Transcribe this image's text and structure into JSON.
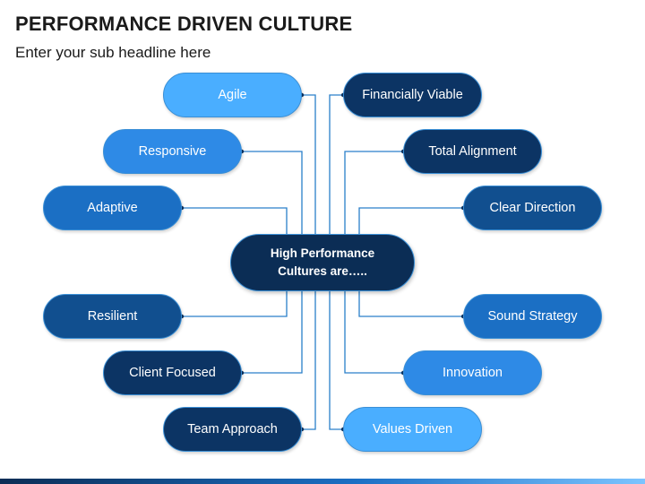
{
  "header": {
    "title": "PERFORMANCE DRIVEN CULTURE",
    "subtitle": "Enter your sub headline here"
  },
  "diagram": {
    "center_text": "High Performance Cultures are…..",
    "left_items": [
      "Agile",
      "Responsive",
      "Adaptive",
      "Resilient",
      "Client Focused",
      "Team Approach"
    ],
    "right_items": [
      "Financially Viable",
      "Total Alignment",
      "Clear Direction",
      "Sound Strategy",
      "Innovation",
      "Values Driven"
    ]
  },
  "colors": {
    "light": "#4aaeff",
    "mid": "#2e8ae6",
    "blue": "#1b6fc4",
    "steel": "#114f8f",
    "navy": "#0c3464",
    "center": "#0b2d55",
    "connector": "#2a7fc9"
  }
}
